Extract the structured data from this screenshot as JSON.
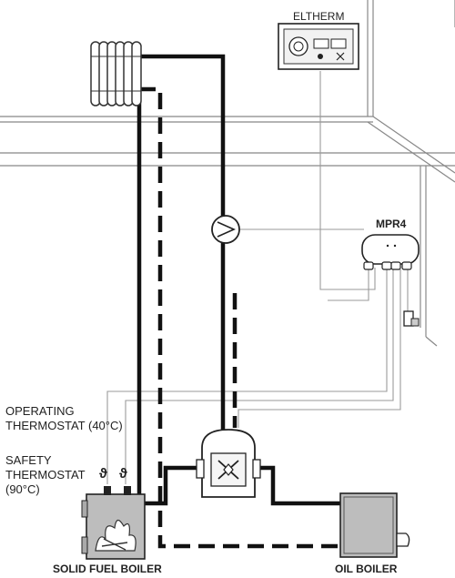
{
  "labels": {
    "eltherm": "ELTHERM",
    "mpr4": "MPR4",
    "operating_thermostat": "OPERATING\nTHERMOSTAT (40°C)",
    "safety_thermostat": "SAFETY\nTHERMOSTAT",
    "safety_temp": "(90°C)",
    "solid_fuel_boiler": "SOLID FUEL BOILER",
    "oil_boiler": "OIL BOILER"
  },
  "symbols": {
    "thermostat_symbol": "ϑ"
  },
  "colors": {
    "pipe": "#111111",
    "wire": "#9a9a9a",
    "wall": "#888888",
    "boiler_fill": "#bdbdbd"
  }
}
